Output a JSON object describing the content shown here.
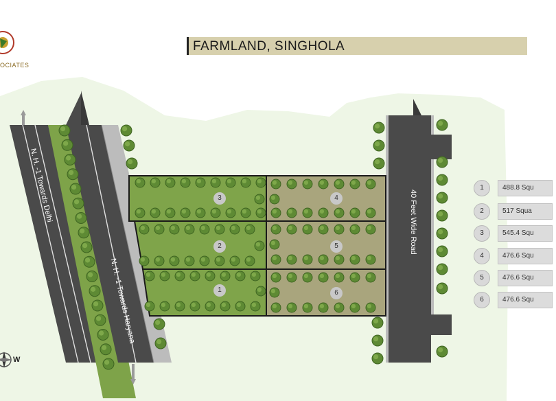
{
  "title": "FARMLAND, SINGHOLA",
  "logo": {
    "text": "OCIATES"
  },
  "roads": {
    "nh_delhi": "N. H. -1 Towards Delhi",
    "nh_haryana": "N. H. -1 Towards Haryana",
    "feet_road": "40 Feet Wide Road"
  },
  "plots": [
    {
      "number": "1",
      "area": "488.8 Squ",
      "style": "green"
    },
    {
      "number": "2",
      "area": "517 Squa",
      "style": "green"
    },
    {
      "number": "3",
      "area": "545.4 Squ",
      "style": "green"
    },
    {
      "number": "4",
      "area": "476.6 Squ",
      "style": "dry"
    },
    {
      "number": "5",
      "area": "476.6 Squ",
      "style": "dry"
    },
    {
      "number": "6",
      "area": "476.6 Squ",
      "style": "dry"
    }
  ],
  "compass": {
    "label": "W"
  },
  "colors": {
    "title_bg": "#d7d0ad",
    "ground": "#eef6e6",
    "road": "#4a4a4a",
    "sidewalk": "#bcbcbc",
    "green_plot": "#7fa44a",
    "dry_plot": "#a9a57d",
    "tree": "#5e8a34"
  }
}
